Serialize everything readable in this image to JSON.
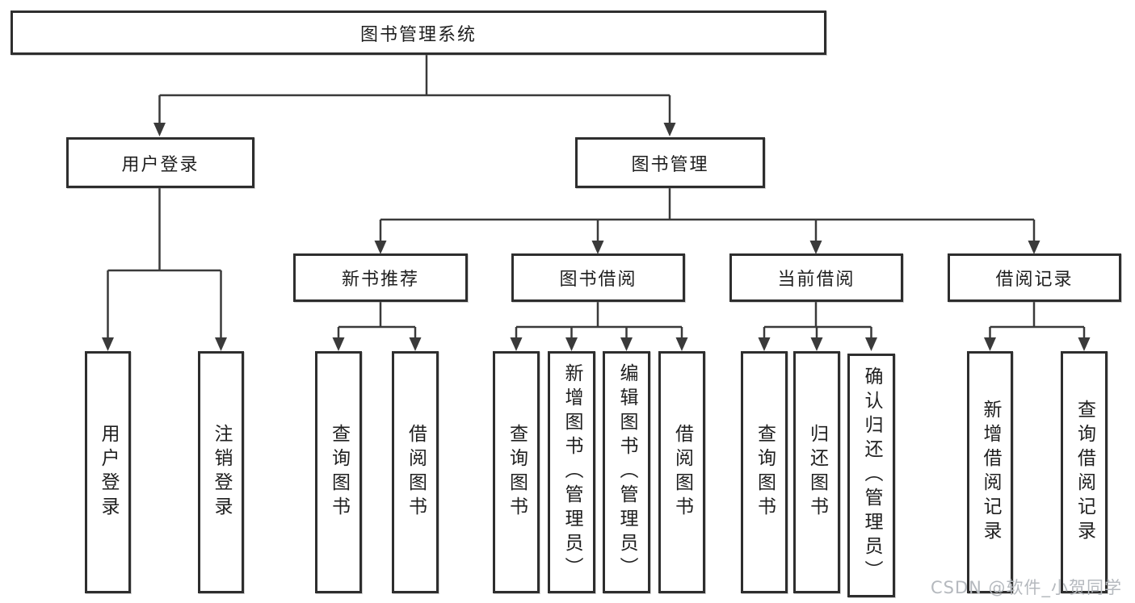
{
  "diagram_title": "图书管理系统",
  "tree": {
    "root": {
      "label": "图书管理系统"
    },
    "branches": [
      {
        "label": "用户登录",
        "children": [
          {
            "label": "用户登录"
          },
          {
            "label": "注销登录"
          }
        ]
      },
      {
        "label": "图书管理",
        "children": [
          {
            "label": "新书推荐",
            "children": [
              {
                "label": "查询图书"
              },
              {
                "label": "借阅图书"
              }
            ]
          },
          {
            "label": "图书借阅",
            "children": [
              {
                "label": "查询图书"
              },
              {
                "label": "新增图书（管理员）"
              },
              {
                "label": "编辑图书（管理员）"
              },
              {
                "label": "借阅图书"
              }
            ]
          },
          {
            "label": "当前借阅",
            "children": [
              {
                "label": "查询图书"
              },
              {
                "label": "归还图书"
              },
              {
                "label": "确认归还（管理员）"
              }
            ]
          },
          {
            "label": "借阅记录",
            "children": [
              {
                "label": "新增借阅记录"
              },
              {
                "label": "查询借阅记录"
              }
            ]
          }
        ]
      }
    ]
  },
  "watermark": {
    "text": "CSDN @软件_小贺同学"
  },
  "colors": {
    "line": "#3a3a3a",
    "box_border": "#2e2e2e",
    "text": "#1f1f1f",
    "watermark": "#b5b9be",
    "background": "#ffffff"
  }
}
